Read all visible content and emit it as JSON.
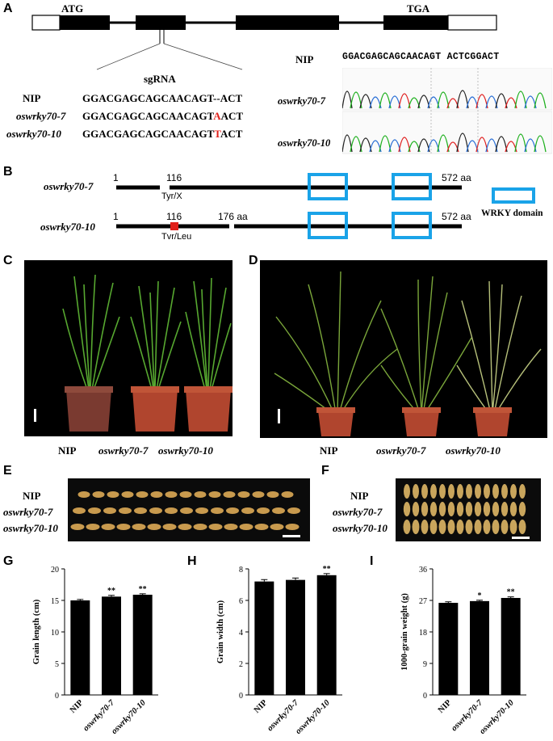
{
  "panels": [
    "A",
    "B",
    "C",
    "D",
    "E",
    "F",
    "G",
    "H",
    "I"
  ],
  "gene": {
    "start_codon": "ATG",
    "stop_codon": "TGA",
    "guide": "sgRNA"
  },
  "alignment": [
    {
      "label": "NIP",
      "seq_pre": "GGACGAGCAGCAACAGT",
      "seq_mut": "--",
      "seq_post": "ACT",
      "mut_red": false
    },
    {
      "label": "oswrky70-7",
      "seq_pre": "GGACGAGCAGCAACAGT",
      "seq_mut": "A",
      "seq_post": "ACT",
      "mut_red": true
    },
    {
      "label": "oswrky70-10",
      "seq_pre": "GGACGAGCAGCAACAGT",
      "seq_mut": "T",
      "seq_post": "ACT",
      "mut_red": true
    }
  ],
  "chromatogram": {
    "ref_label": "NIP",
    "ref_seq": "GGACGAGCAGCAACAGT ACTCGGACT",
    "traces": [
      "oswrky70-7",
      "oswrky70-10"
    ]
  },
  "protein": {
    "rows": [
      {
        "label": "oswrky70-7",
        "start": "1",
        "site": "116",
        "change": "Tyr/X",
        "end": "572 aa"
      },
      {
        "label": "oswrky70-10",
        "start": "1",
        "site": "116",
        "change": "Tvr/Leu",
        "stop": "176 aa",
        "end": "572 aa"
      }
    ],
    "legend": "WRKY domain",
    "domain_color": "#1aa3e8",
    "mutation_color": "#e0201a"
  },
  "plants": {
    "labels": [
      "NIP",
      "oswrky70-7",
      "oswrky70-10"
    ]
  },
  "grain_rows": [
    "NIP",
    "oswrky70-7",
    "oswrky70-10"
  ],
  "chart_data": [
    {
      "type": "bar",
      "categories": [
        "NIP",
        "oswrky70-7",
        "oswrky70-10"
      ],
      "values": [
        15.0,
        15.6,
        15.9
      ],
      "errors": [
        0.15,
        0.2,
        0.15
      ],
      "significance": [
        "",
        "**",
        "**"
      ],
      "ylabel": "Grain length (cm)",
      "ylim": [
        0,
        20
      ],
      "yticks": [
        0,
        5,
        10,
        15,
        20
      ]
    },
    {
      "type": "bar",
      "categories": [
        "NIP",
        "oswrky70-7",
        "oswrky70-10"
      ],
      "values": [
        7.2,
        7.3,
        7.6
      ],
      "errors": [
        0.12,
        0.12,
        0.1
      ],
      "significance": [
        "",
        "",
        "**"
      ],
      "ylabel": "Grain width (cm)",
      "ylim": [
        0,
        8
      ],
      "yticks": [
        0,
        2,
        4,
        6,
        8
      ]
    },
    {
      "type": "bar",
      "categories": [
        "NIP",
        "oswrky70-7",
        "oswrky70-10"
      ],
      "values": [
        26.3,
        26.8,
        27.7
      ],
      "errors": [
        0.3,
        0.25,
        0.3
      ],
      "significance": [
        "",
        "*",
        "**"
      ],
      "ylabel": "1000-grain weight (g)",
      "ylim": [
        0,
        36
      ],
      "yticks": [
        0,
        9,
        18,
        27,
        36
      ]
    }
  ]
}
